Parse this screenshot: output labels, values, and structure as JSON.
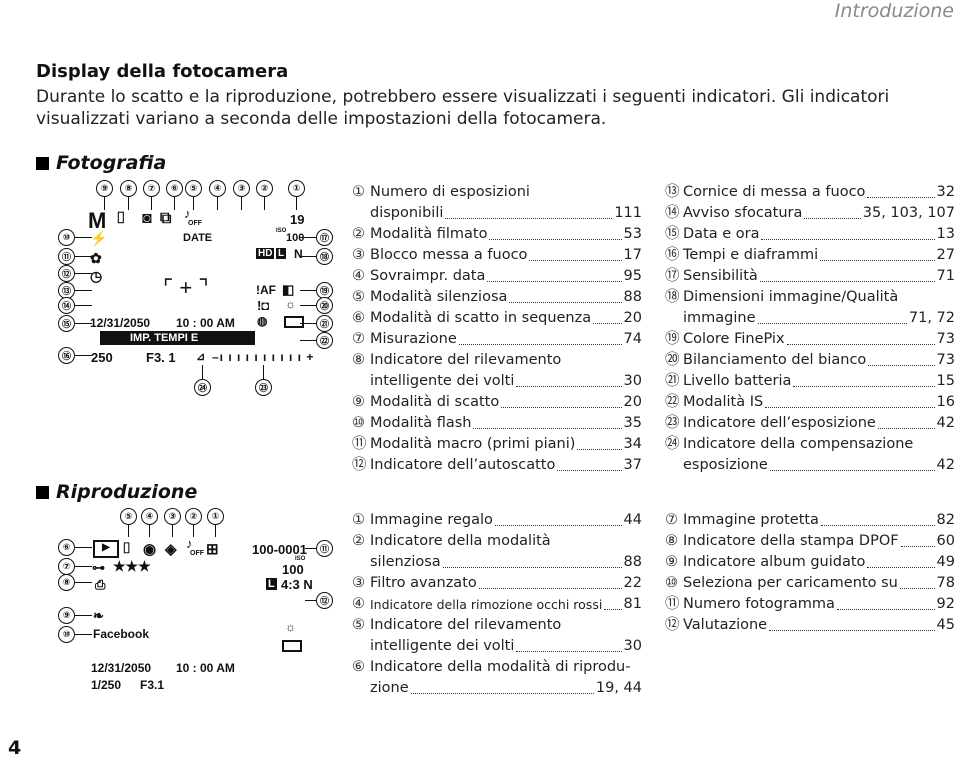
{
  "header": "Introduzione",
  "page_number": "4",
  "title": "Display della fotocamera",
  "intro": "Durante lo scatto e la riproduzione, potrebbero essere visualizzati i seguenti indicatori. Gli indicatori visualizzati variano a seconda delle impostazioni della fotocamera.",
  "sections": {
    "photo": "Fotografia",
    "playback": "Riproduzione"
  },
  "screen_photo": {
    "exposures": "19",
    "iso_label": "ISO",
    "iso_value": "100",
    "quality": "N",
    "hd": "HD",
    "size": "L",
    "af": "!AF",
    "date_label": "DATE",
    "off1": "OFF",
    "date": "12/31/2050",
    "time": "10 : 00  AM",
    "banner": "IMP. TEMPI E DIAFRAMMI",
    "shutter": "250",
    "aperture": "F3. 1",
    "mode": "M"
  },
  "screen_play": {
    "frame": "100-0001",
    "iso_label": "ISO",
    "iso_value": "100",
    "size": "L",
    "ratio": "4:3 N",
    "facebook": "Facebook",
    "date": "12/31/2050",
    "time": "10 : 00  AM",
    "shutter": "1/250",
    "aperture": "F3.1",
    "stars": "★★★",
    "off": "OFF"
  },
  "photo_list_1": [
    {
      "n": "①",
      "lines": [
        {
          "text": "Numero di esposizioni"
        },
        {
          "text": "disponibili",
          "page": "111"
        }
      ]
    },
    {
      "n": "②",
      "lines": [
        {
          "text": "Modalità filmato",
          "page": "53"
        }
      ]
    },
    {
      "n": "③",
      "lines": [
        {
          "text": "Blocco messa a fuoco",
          "page": "17"
        }
      ]
    },
    {
      "n": "④",
      "lines": [
        {
          "text": "Sovraimpr. data",
          "page": "95"
        }
      ]
    },
    {
      "n": "⑤",
      "lines": [
        {
          "text": "Modalità silenziosa",
          "page": "88"
        }
      ]
    },
    {
      "n": "⑥",
      "lines": [
        {
          "text": "Modalità di scatto in sequenza",
          "page": "20"
        }
      ]
    },
    {
      "n": "⑦",
      "lines": [
        {
          "text": "Misurazione",
          "page": "74"
        }
      ]
    },
    {
      "n": "⑧",
      "lines": [
        {
          "text": "Indicatore del rilevamento"
        },
        {
          "text": "intelligente dei volti",
          "page": "30"
        }
      ]
    },
    {
      "n": "⑨",
      "lines": [
        {
          "text": "Modalità di scatto",
          "page": "20"
        }
      ]
    },
    {
      "n": "⑩",
      "lines": [
        {
          "text": "Modalità flash",
          "page": "35"
        }
      ]
    },
    {
      "n": "⑪",
      "lines": [
        {
          "text": "Modalità macro (primi piani)",
          "page": "34"
        }
      ]
    },
    {
      "n": "⑫",
      "lines": [
        {
          "text": "Indicatore dell’autoscatto",
          "page": "37"
        }
      ]
    }
  ],
  "photo_list_2": [
    {
      "n": "⑬",
      "lines": [
        {
          "text": "Cornice di messa a fuoco",
          "page": "32"
        }
      ]
    },
    {
      "n": "⑭",
      "lines": [
        {
          "text": "Avviso sfocatura",
          "page": "35, 103, 107"
        }
      ]
    },
    {
      "n": "⑮",
      "lines": [
        {
          "text": "Data e ora",
          "page": "13"
        }
      ]
    },
    {
      "n": "⑯",
      "lines": [
        {
          "text": "Tempi e diaframmi",
          "page": "27"
        }
      ]
    },
    {
      "n": "⑰",
      "lines": [
        {
          "text": "Sensibilità",
          "page": "71"
        }
      ]
    },
    {
      "n": "⑱",
      "lines": [
        {
          "text": "Dimensioni immagine/Qualità"
        },
        {
          "text": "immagine",
          "page": "71, 72"
        }
      ]
    },
    {
      "n": "⑲",
      "lines": [
        {
          "text": "Colore FinePix",
          "page": "73"
        }
      ]
    },
    {
      "n": "⑳",
      "lines": [
        {
          "text": "Bilanciamento del bianco",
          "page": "73"
        }
      ]
    },
    {
      "n": "㉑",
      "lines": [
        {
          "text": "Livello batteria",
          "page": "15"
        }
      ]
    },
    {
      "n": "㉒",
      "lines": [
        {
          "text": "Modalità IS",
          "page": "16"
        }
      ]
    },
    {
      "n": "㉓",
      "lines": [
        {
          "text": "Indicatore dell’esposizione",
          "page": "42"
        }
      ]
    },
    {
      "n": "㉔",
      "lines": [
        {
          "text": "Indicatore della compensazione"
        },
        {
          "text": "esposizione",
          "page": "42"
        }
      ]
    }
  ],
  "play_list_1": [
    {
      "n": "①",
      "lines": [
        {
          "text": "Immagine regalo",
          "page": "44"
        }
      ]
    },
    {
      "n": "②",
      "lines": [
        {
          "text": "Indicatore della modalità"
        },
        {
          "text": "silenziosa",
          "page": "88"
        }
      ]
    },
    {
      "n": "③",
      "lines": [
        {
          "text": "Filtro avanzato",
          "page": "22"
        }
      ]
    },
    {
      "n": "④",
      "lines": [
        {
          "text": "Indicatore della rimozione occhi rossi",
          "page": "81"
        }
      ]
    },
    {
      "n": "⑤",
      "lines": [
        {
          "text": "Indicatore del rilevamento"
        },
        {
          "text": "intelligente dei volti",
          "page": "30"
        }
      ]
    },
    {
      "n": "⑥",
      "lines": [
        {
          "text": "Indicatore della modalità di riprodu-"
        },
        {
          "text": "zione",
          "page": "19, 44"
        }
      ]
    }
  ],
  "play_list_2": [
    {
      "n": "⑦",
      "lines": [
        {
          "text": "Immagine protetta",
          "page": "82"
        }
      ]
    },
    {
      "n": "⑧",
      "lines": [
        {
          "text": "Indicatore della stampa DPOF",
          "page": "60"
        }
      ]
    },
    {
      "n": "⑨",
      "lines": [
        {
          "text": "Indicatore album guidato",
          "page": "49"
        }
      ]
    },
    {
      "n": "⑩",
      "lines": [
        {
          "text": "Seleziona per caricamento su",
          "page": "78"
        }
      ]
    },
    {
      "n": "⑪",
      "lines": [
        {
          "text": "Numero fotogramma",
          "page": "92"
        }
      ]
    },
    {
      "n": "⑫",
      "lines": [
        {
          "text": "Valutazione",
          "page": "45"
        }
      ]
    }
  ]
}
